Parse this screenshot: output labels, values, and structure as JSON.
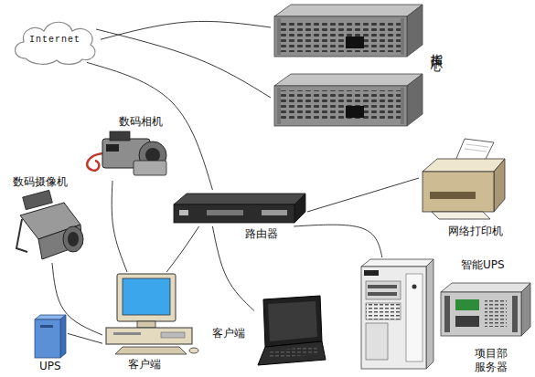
{
  "diagram": {
    "nodes": [
      {
        "text": [
          "Internet"
        ]
      },
      {
        "text": [
          "指挥中心"
        ]
      },
      {
        "text": [
          "数码相机"
        ]
      },
      {
        "text": [
          "数码摄像机"
        ]
      },
      {
        "text": [
          "路由器"
        ]
      },
      {
        "text": [
          "网络打印机"
        ]
      },
      {
        "text": [
          "UPS"
        ]
      },
      {
        "text": [
          "客户端"
        ]
      },
      {
        "text": [
          "客户端"
        ]
      },
      {
        "text": [
          "项目部 服务器"
        ]
      },
      {
        "text": [
          "智能UPS"
        ]
      }
    ],
    "edges": [
      {
        "from": 0,
        "to": 1,
        "arrow": "none"
      },
      {
        "from": 0,
        "to": 1,
        "arrow": "none"
      },
      {
        "from": 0,
        "to": 4,
        "arrow": "none"
      },
      {
        "from": 4,
        "to": 7,
        "arrow": "none"
      },
      {
        "from": 2,
        "to": 7,
        "arrow": "none"
      },
      {
        "from": 3,
        "to": 7,
        "arrow": "none"
      },
      {
        "from": 6,
        "to": 7,
        "arrow": "none"
      },
      {
        "from": 4,
        "to": 8,
        "arrow": "none"
      },
      {
        "from": 4,
        "to": 5,
        "arrow": "none"
      },
      {
        "from": 4,
        "to": 9,
        "arrow": "none"
      }
    ]
  }
}
